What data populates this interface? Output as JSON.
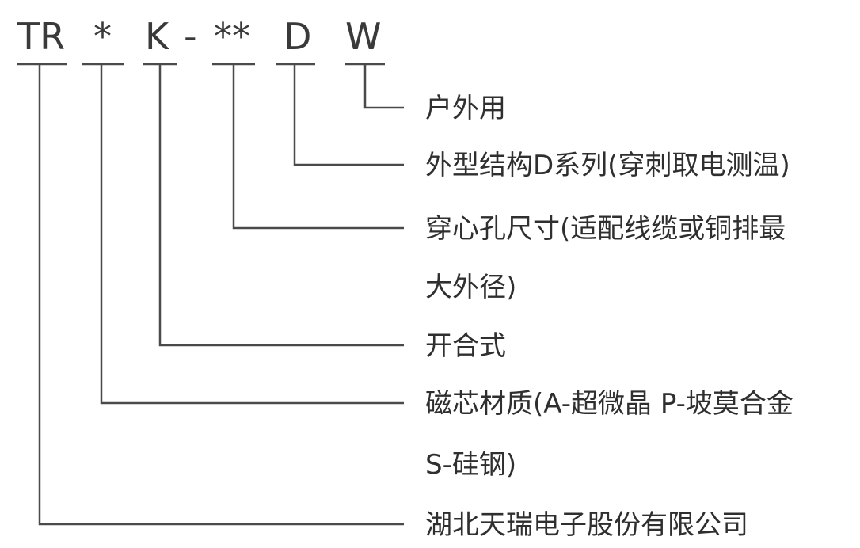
{
  "model_code": {
    "segments": [
      {
        "id": "tr",
        "text": "TR"
      },
      {
        "id": "core",
        "text": "*"
      },
      {
        "id": "k",
        "text": "K"
      },
      {
        "id": "dash",
        "text": "-"
      },
      {
        "id": "hole",
        "text": "**"
      },
      {
        "id": "d",
        "text": "D"
      },
      {
        "id": "w",
        "text": "W"
      }
    ]
  },
  "descriptions": {
    "outdoor": "户外用",
    "d_series": "外型结构D系列(穿刺取电测温)",
    "hole_line1": "穿心孔尺寸(适配线缆或铜排最",
    "hole_line2": "大外径)",
    "split": "开合式",
    "core_line1": "磁芯材质(A-超微晶 P-坡莫合金",
    "core_line2": "S-硅钢)",
    "company": "湖北天瑞电子股份有限公司"
  }
}
